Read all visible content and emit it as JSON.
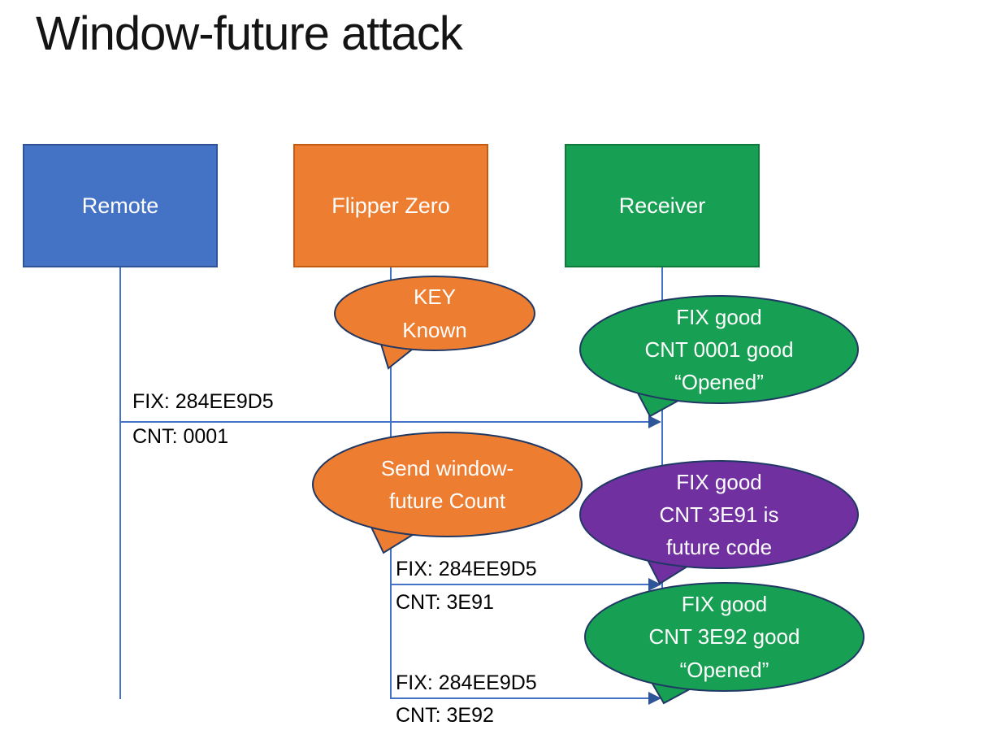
{
  "title": "Window-future attack",
  "colors": {
    "actor_blue": "#4472C4",
    "actor_orange": "#ED7D31",
    "actor_green": "#17A053",
    "bubble_purple": "#7030A0",
    "bubble_outline": "#203864",
    "connector_blue": "#4472C4",
    "arrowhead_blue": "#2E5597",
    "label_text": "#000000",
    "bubble_text": "#FFFFFF"
  },
  "actors": [
    {
      "id": "remote",
      "label": "Remote"
    },
    {
      "id": "flipper",
      "label": "Flipper Zero"
    },
    {
      "id": "receiver",
      "label": "Receiver"
    }
  ],
  "bubbles": [
    {
      "id": "key-known",
      "color": "orange",
      "lines": [
        "KEY",
        "Known"
      ]
    },
    {
      "id": "fix-good-cnt-0001",
      "color": "green",
      "lines": [
        "FIX good",
        "CNT 0001 good",
        "“Opened”"
      ]
    },
    {
      "id": "send-window-future",
      "color": "orange",
      "lines": [
        "Send window-",
        "future Count"
      ]
    },
    {
      "id": "fix-good-cnt-3e91",
      "color": "purple",
      "lines": [
        "FIX good",
        "CNT 3E91 is",
        "future code"
      ]
    },
    {
      "id": "fix-good-cnt-3e92",
      "color": "green",
      "lines": [
        "FIX good",
        "CNT 3E92 good",
        "“Opened”"
      ]
    }
  ],
  "messages": [
    {
      "id": "msg-1",
      "from": "remote",
      "to": "receiver",
      "lines": [
        "FIX: 284EE9D5",
        "CNT: 0001"
      ]
    },
    {
      "id": "msg-2",
      "from": "flipper",
      "to": "receiver",
      "lines": [
        "FIX: 284EE9D5",
        "CNT: 3E91"
      ]
    },
    {
      "id": "msg-3",
      "from": "flipper",
      "to": "receiver",
      "lines": [
        "FIX: 284EE9D5",
        "CNT: 3E92"
      ]
    }
  ]
}
